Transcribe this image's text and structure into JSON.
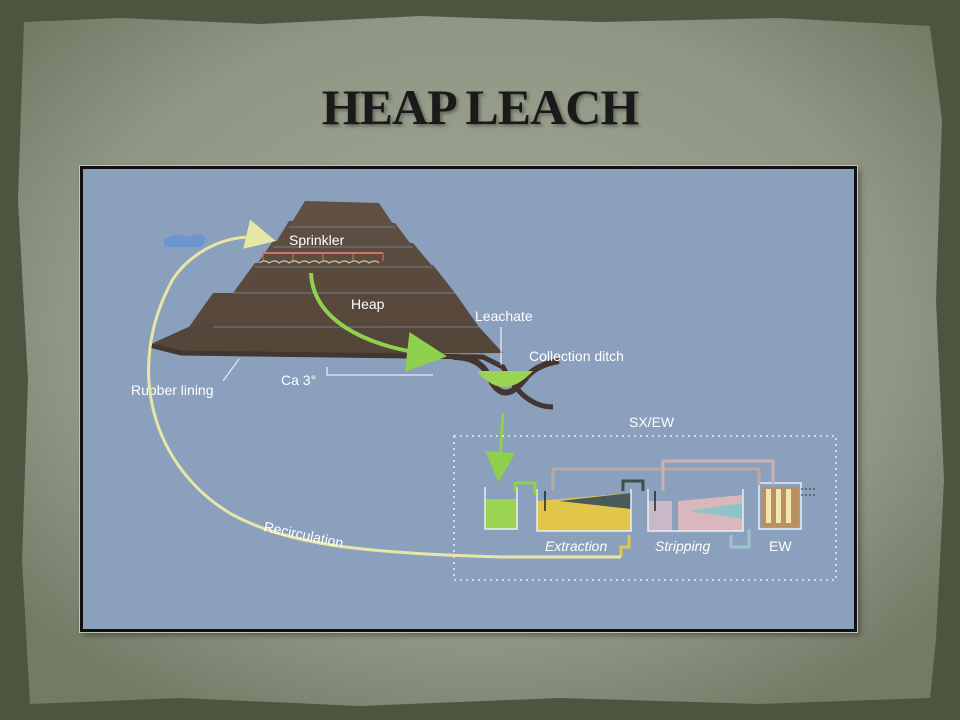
{
  "slide": {
    "title": "HEAP LEACH"
  },
  "diagram": {
    "labels": {
      "sprinkler": "Sprinkler",
      "heap": "Heap",
      "leachate": "Leachate",
      "collection_ditch": "Collection ditch",
      "rubber_lining": "Rubber lining",
      "ca": "Ca 3°",
      "sxew": "SX/EW",
      "recirculation": "Recirculation",
      "extraction": "Extraction",
      "stripping": "Stripping",
      "ew": "EW"
    },
    "colors": {
      "background": "#8aa0bc",
      "heap": "#5a4a3e",
      "leachate": "#9ad452",
      "arrow_green": "#8fd04e",
      "recirculation": "#e8e6a6",
      "extraction_yellow": "#e2c64a",
      "stripping_pink": "#d9b7bd"
    }
  }
}
